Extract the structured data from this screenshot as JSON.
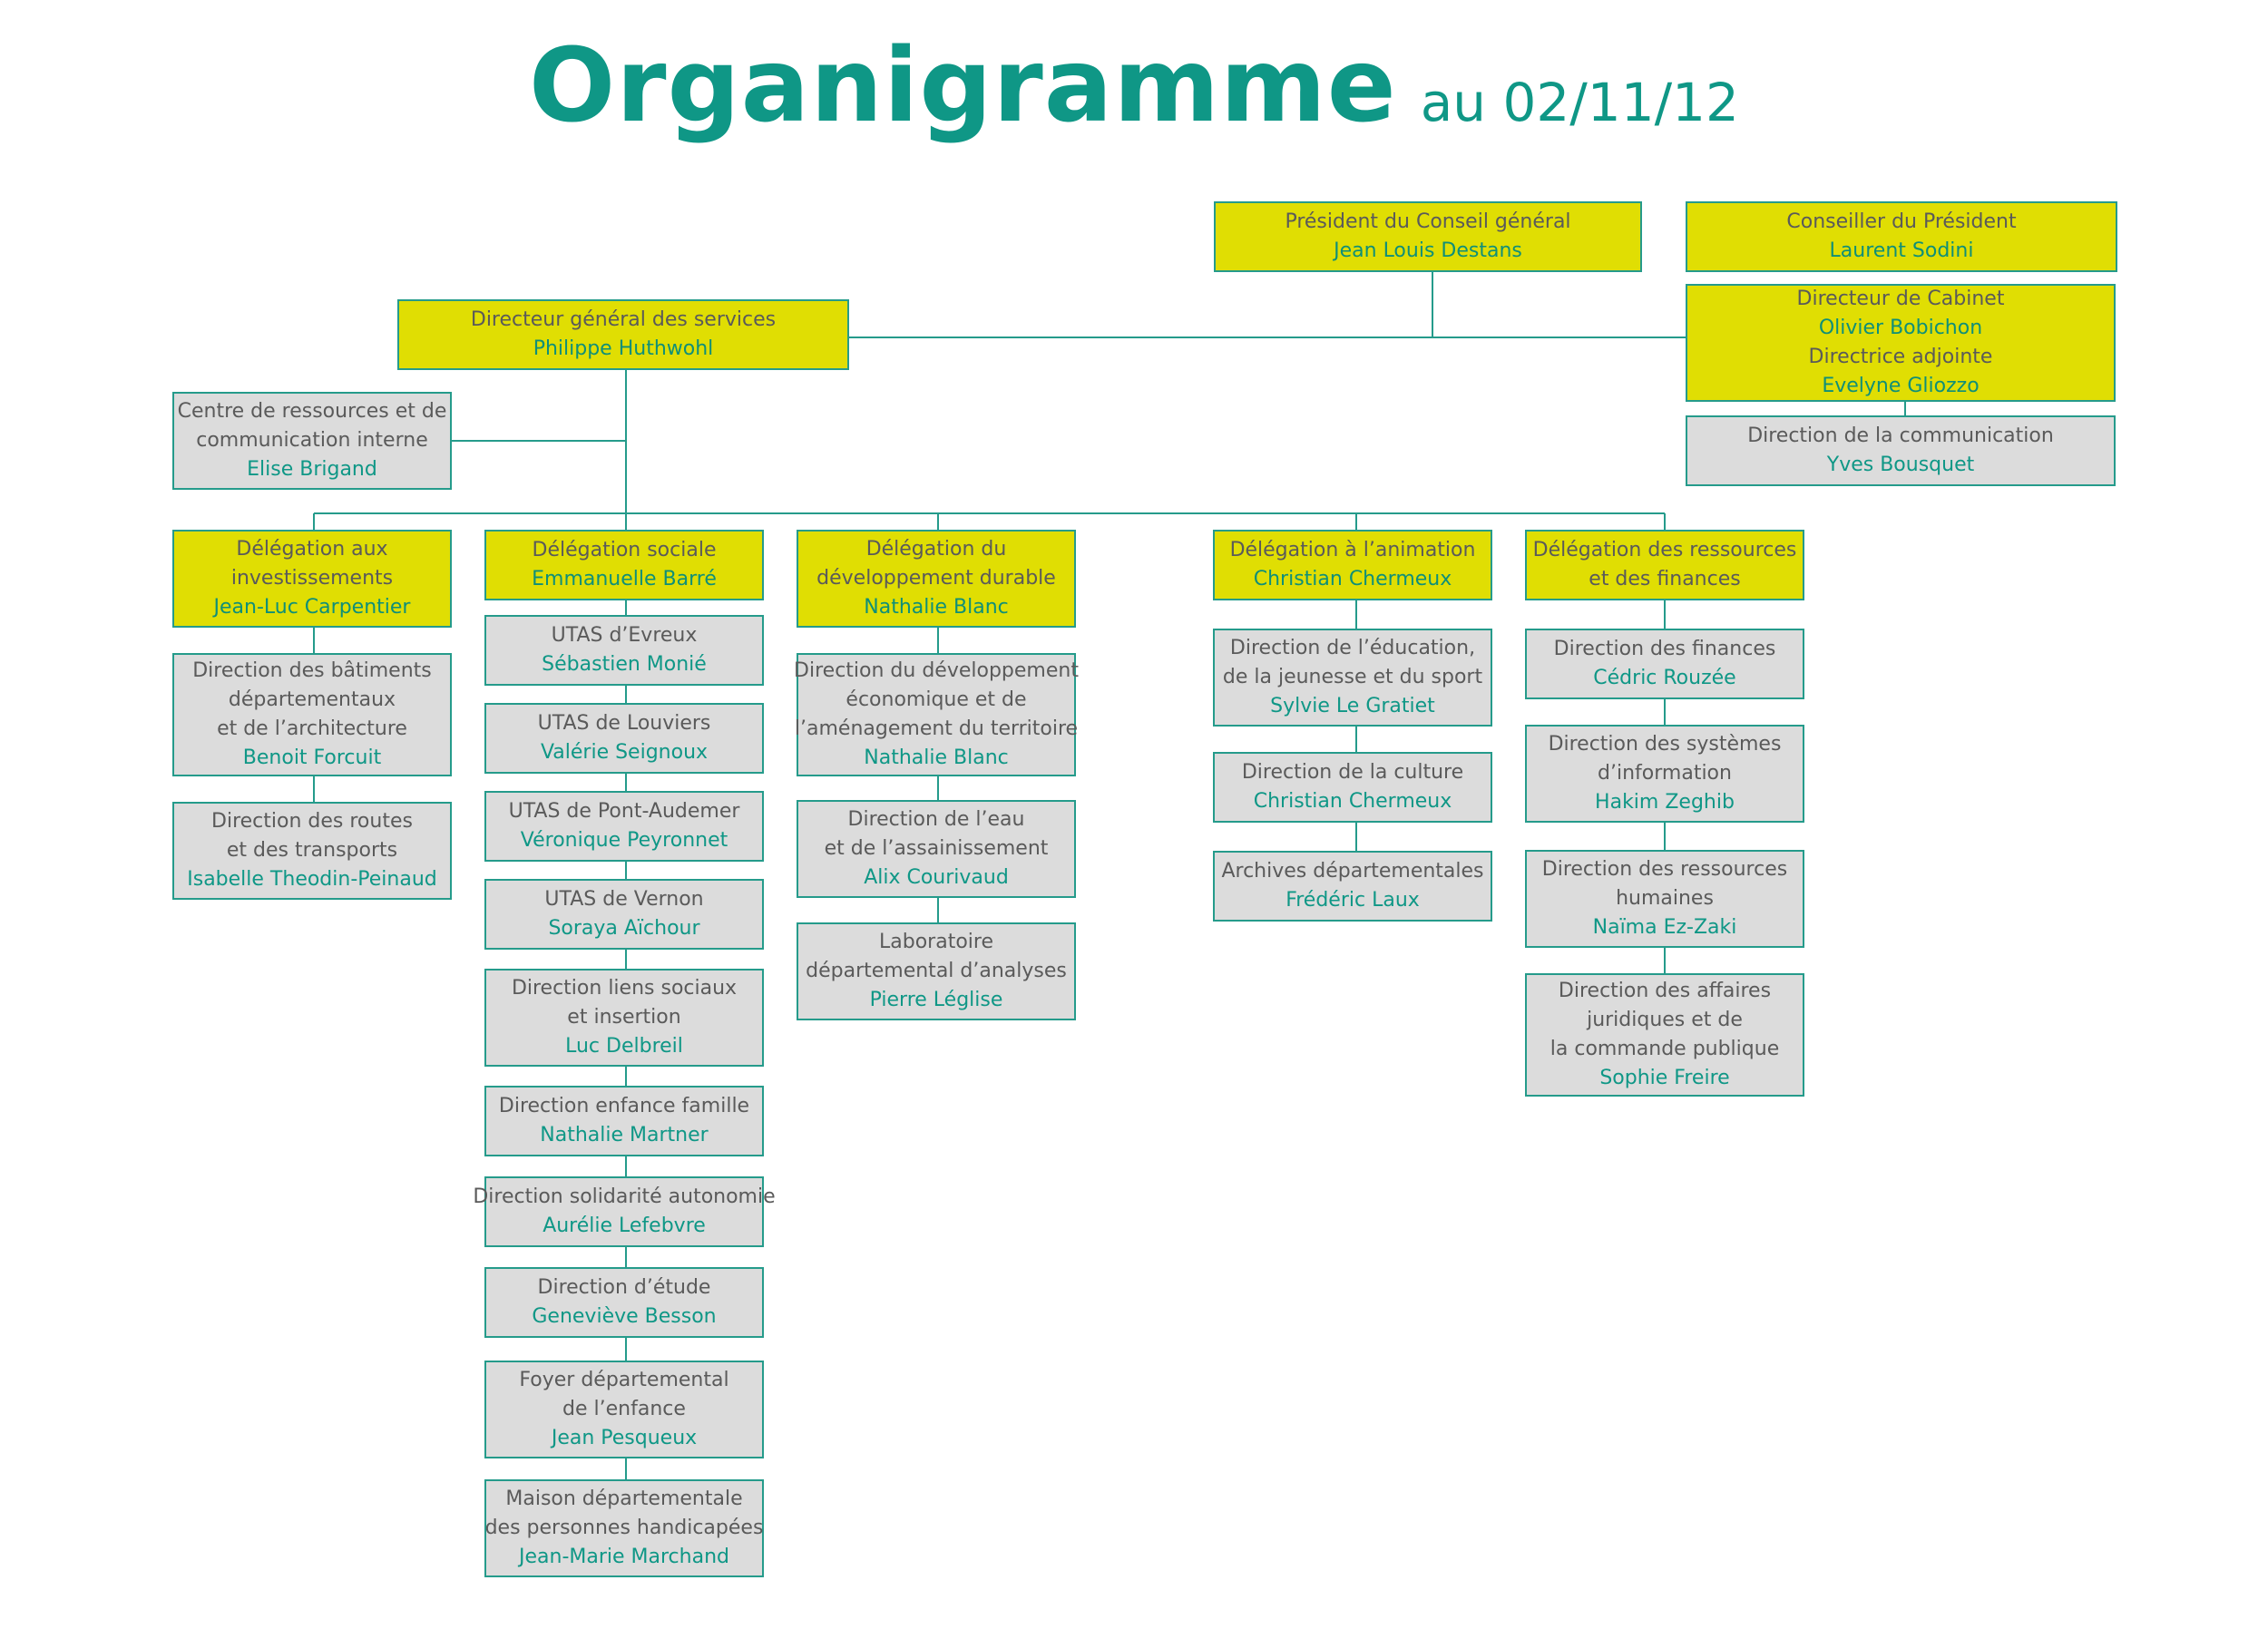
{
  "header": {
    "title": "Organigramme",
    "subtitle": "au 02/11/12"
  },
  "colors": {
    "accent": "#0f9786",
    "yellow_box": "#e0de03",
    "grey_box": "#dcdcdc",
    "line": "#259b8b"
  },
  "boxes": {
    "president": {
      "title": [
        "Président du Conseil général"
      ],
      "name": "Jean Louis Destans"
    },
    "conseiller": {
      "title": [
        "Conseiller du Président"
      ],
      "name": "Laurent Sodini"
    },
    "dgs": {
      "title": [
        "Directeur général des services"
      ],
      "name": "Philippe Huthwohl"
    },
    "cabinet": {
      "lines": [
        {
          "text": "Directeur de Cabinet",
          "kind": "t"
        },
        {
          "text": "Olivier Bobichon",
          "kind": "n"
        },
        {
          "text": "Directrice adjointe",
          "kind": "t"
        },
        {
          "text": "Evelyne Gliozzo",
          "kind": "n"
        }
      ]
    },
    "communication": {
      "title": [
        "Direction de la communication"
      ],
      "name": "Yves Bousquet"
    },
    "centre": {
      "title": [
        "Centre de ressources et de",
        "communication interne"
      ],
      "name": "Elise Brigand"
    },
    "del_invest": {
      "title": [
        "Délégation aux",
        "investissements"
      ],
      "name": "Jean-Luc Carpentier"
    },
    "dir_batiments": {
      "title": [
        "Direction des bâtiments",
        "départementaux",
        "et de l’architecture"
      ],
      "name": "Benoit Forcuit"
    },
    "dir_routes": {
      "title": [
        "Direction des routes",
        "et des transports"
      ],
      "name": "Isabelle Theodin-Peinaud"
    },
    "del_sociale": {
      "title": [
        "Délégation sociale"
      ],
      "name": "Emmanuelle Barré"
    },
    "utas_evreux": {
      "title": [
        "UTAS d’Evreux"
      ],
      "name": "Sébastien Monié"
    },
    "utas_louviers": {
      "title": [
        "UTAS de Louviers"
      ],
      "name": "Valérie Seignoux"
    },
    "utas_pont": {
      "title": [
        "UTAS de Pont-Audemer"
      ],
      "name": "Véronique Peyronnet"
    },
    "utas_vernon": {
      "title": [
        "UTAS de Vernon"
      ],
      "name": "Soraya Aïchour"
    },
    "dir_liens": {
      "title": [
        "Direction liens sociaux",
        "et insertion"
      ],
      "name": "Luc Delbreil"
    },
    "dir_enfance": {
      "title": [
        "Direction enfance famille"
      ],
      "name": "Nathalie Martner"
    },
    "dir_solidarite": {
      "title": [
        "Direction solidarité autonomie"
      ],
      "name": "Aurélie Lefebvre"
    },
    "dir_etude": {
      "title": [
        "Direction d’étude"
      ],
      "name": "Geneviève Besson"
    },
    "foyer": {
      "title": [
        "Foyer départemental",
        "de l’enfance"
      ],
      "name": "Jean Pesqueux"
    },
    "maison": {
      "title": [
        "Maison départementale",
        "des personnes handicapées"
      ],
      "name": "Jean-Marie Marchand"
    },
    "del_dev": {
      "title": [
        "Délégation du",
        "développement durable"
      ],
      "name": "Nathalie Blanc"
    },
    "dir_dev_eco": {
      "title": [
        "Direction du développement",
        "économique et de",
        "l’aménagement du territoire"
      ],
      "name": "Nathalie Blanc"
    },
    "dir_eau": {
      "title": [
        "Direction de l’eau",
        "et de l’assainissement"
      ],
      "name": "Alix Courivaud"
    },
    "labo": {
      "title": [
        "Laboratoire",
        "départemental d’analyses"
      ],
      "name": "Pierre Léglise"
    },
    "del_anim": {
      "title": [
        "Délégation à l’animation"
      ],
      "name": "Christian Chermeux"
    },
    "dir_education": {
      "title": [
        "Direction de l’éducation,",
        "de la jeunesse et du sport"
      ],
      "name": "Sylvie Le Gratiet"
    },
    "dir_culture": {
      "title": [
        "Direction de la culture"
      ],
      "name": "Christian Chermeux"
    },
    "archives": {
      "title": [
        "Archives départementales"
      ],
      "name": "Frédéric Laux"
    },
    "del_res": {
      "title": [
        "Délégation des ressources",
        "et des finances"
      ]
    },
    "dir_finances": {
      "title": [
        "Direction des finances"
      ],
      "name": "Cédric Rouzée"
    },
    "dir_si": {
      "title": [
        "Direction des systèmes",
        "d’information"
      ],
      "name": "Hakim Zeghib"
    },
    "dir_rh": {
      "title": [
        "Direction des ressources",
        "humaines"
      ],
      "name": "Naïma Ez-Zaki"
    },
    "dir_juridique": {
      "title": [
        "Direction des affaires",
        "juridiques et de",
        "la commande publique"
      ],
      "name": "Sophie Freire"
    }
  }
}
